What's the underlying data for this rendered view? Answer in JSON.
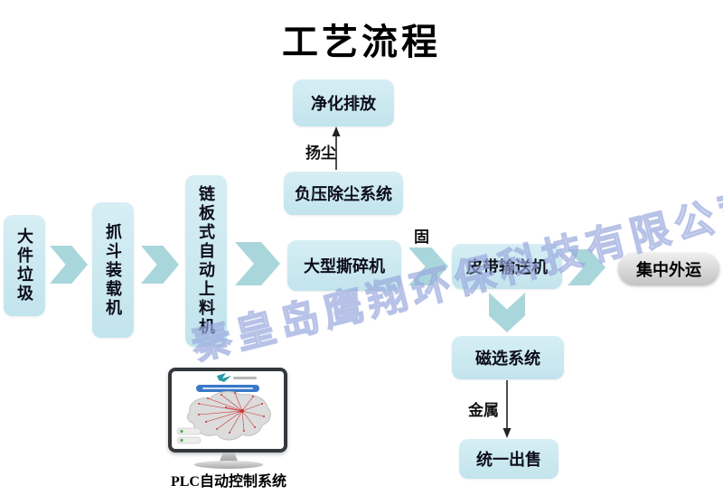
{
  "title": "工艺流程",
  "watermark": "秦皇岛鹰翔环保科技有限公司",
  "flow": {
    "large_waste": "大件垃圾",
    "grab_loader": "抓斗装载机",
    "chain_feeder": "链板式自动上料机",
    "shredder": "大型撕碎机",
    "belt_conveyor": "皮带输送机",
    "outbound": "集中外运"
  },
  "dust_branch": {
    "dust_removal": "负压除尘系统",
    "dust_label": "扬尘",
    "purified": "净化排放"
  },
  "solid_label": "固",
  "magnetic_branch": {
    "magnetic": "磁选系统",
    "metal_label": "金属",
    "sale": "统一出售"
  },
  "plc": {
    "label": "PLC自动控制系统"
  },
  "colors": {
    "box_fill": "#c9e8ef",
    "arrow_fill": "#a9d6db",
    "pill_fill": "#d9d9d9",
    "watermark": "#b0bce8",
    "map_lines": "#cc3333"
  }
}
